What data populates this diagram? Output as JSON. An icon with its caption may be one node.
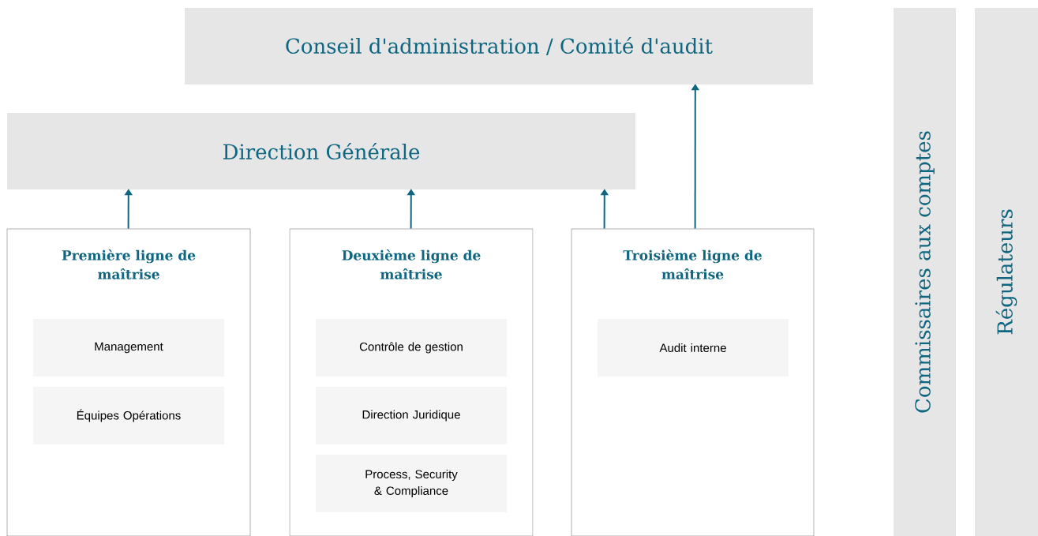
{
  "diagram": {
    "nodes": [
      {
        "text": [
          "Conseil d'administration / Comité d'audit"
        ]
      },
      {
        "text": [
          "Direction Générale"
        ]
      },
      {
        "text": [
          "Première ligne de maîtrise"
        ]
      },
      {
        "text": [
          "Management"
        ],
        "in": 2
      },
      {
        "text": [
          "Équipes Opérations"
        ],
        "in": 2
      },
      {
        "text": [
          "Deuxième ligne de maîtrise"
        ]
      },
      {
        "text": [
          "Contrôle de gestion"
        ],
        "in": 5
      },
      {
        "text": [
          "Direction Juridique"
        ],
        "in": 5
      },
      {
        "text": [
          "Process, Security & Compliance"
        ],
        "in": 5
      },
      {
        "text": [
          "Troisième ligne de maîtrise"
        ]
      },
      {
        "text": [
          "Audit interne"
        ],
        "in": 9
      },
      {
        "text": [
          "Commissaires aux comptes"
        ]
      },
      {
        "text": [
          "Régulateurs"
        ]
      }
    ],
    "edges": [
      {
        "from": 2,
        "to": 1,
        "arrow": "to"
      },
      {
        "from": 5,
        "to": 1,
        "arrow": "to"
      },
      {
        "from": 9,
        "to": 1,
        "arrow": "to"
      },
      {
        "from": 9,
        "to": 0,
        "arrow": "to"
      }
    ]
  }
}
